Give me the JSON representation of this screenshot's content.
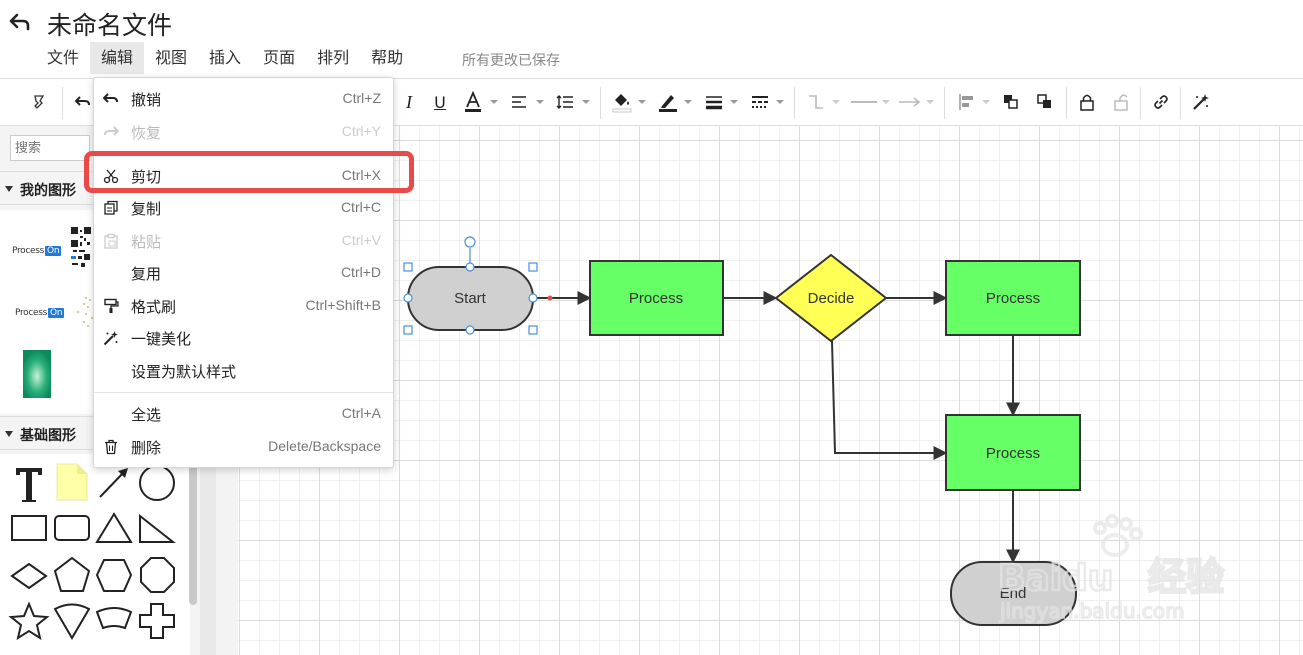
{
  "window": {
    "title": "未命名文件",
    "save_status": "所有更改已保存"
  },
  "menubar": {
    "items": [
      {
        "label": "文件"
      },
      {
        "label": "编辑",
        "active": true
      },
      {
        "label": "视图"
      },
      {
        "label": "插入"
      },
      {
        "label": "页面"
      },
      {
        "label": "排列"
      },
      {
        "label": "帮助"
      }
    ]
  },
  "toolbar": {
    "icons": [
      "format-painter-icon",
      "undo-icon",
      "italic-icon",
      "underline-icon",
      "font-color-icon",
      "align-icon",
      "line-spacing-icon",
      "fill-color-icon",
      "line-color-icon",
      "line-width-icon",
      "line-style-icon",
      "connector-type-icon",
      "line-end-icon",
      "arrow-style-icon",
      "align-objects-icon",
      "bring-front-icon",
      "send-back-icon",
      "lock-icon",
      "unlock-icon",
      "link-icon",
      "beautify-icon"
    ]
  },
  "sidebar": {
    "search_placeholder": "搜索",
    "sections": [
      {
        "label": "我的图形"
      },
      {
        "label": "基础图形"
      }
    ],
    "logo_text": "Process",
    "logo_badge": "On"
  },
  "edit_menu": {
    "items": [
      {
        "label": "撤销",
        "shortcut": "Ctrl+Z",
        "icon": "undo-icon",
        "enabled": true
      },
      {
        "label": "恢复",
        "shortcut": "Ctrl+Y",
        "icon": "redo-icon",
        "enabled": false
      },
      {
        "label": "剪切",
        "shortcut": "Ctrl+X",
        "icon": "scissors-icon",
        "enabled": true,
        "highlighted": true
      },
      {
        "label": "复制",
        "shortcut": "Ctrl+C",
        "icon": "copy-icon",
        "enabled": true
      },
      {
        "label": "粘贴",
        "shortcut": "Ctrl+V",
        "icon": "paste-icon",
        "enabled": false
      },
      {
        "label": "复用",
        "shortcut": "Ctrl+D",
        "icon": "",
        "enabled": true
      },
      {
        "label": "格式刷",
        "shortcut": "Ctrl+Shift+B",
        "icon": "format-painter-icon",
        "enabled": true
      },
      {
        "label": "一键美化",
        "shortcut": "",
        "icon": "magic-wand-icon",
        "enabled": true
      },
      {
        "label": "设置为默认样式",
        "shortcut": "",
        "icon": "",
        "enabled": true
      },
      {
        "label": "全选",
        "shortcut": "Ctrl+A",
        "icon": "",
        "enabled": true
      },
      {
        "label": "删除",
        "shortcut": "Delete/Backspace",
        "icon": "trash-icon",
        "enabled": true
      }
    ]
  },
  "diagram": {
    "nodes": [
      {
        "id": "start",
        "shape": "terminator",
        "label": "Start",
        "fill": "#d0d0d0",
        "selected": true
      },
      {
        "id": "p1",
        "shape": "process",
        "label": "Process",
        "fill": "#66ff66"
      },
      {
        "id": "decide",
        "shape": "decision",
        "label": "Decide",
        "fill": "#ffff55"
      },
      {
        "id": "p2",
        "shape": "process",
        "label": "Process",
        "fill": "#66ff66"
      },
      {
        "id": "p3",
        "shape": "process",
        "label": "Process",
        "fill": "#66ff66"
      },
      {
        "id": "end",
        "shape": "terminator",
        "label": "End",
        "fill": "#d0d0d0"
      }
    ]
  },
  "watermark": {
    "brand": "Baidu",
    "brand_cn": "经验",
    "url": "jingyan.baidu.com"
  },
  "colors": {
    "highlight": "#e84a4a",
    "selection": "#4a90d9",
    "logo_blue": "#1e7bd8"
  }
}
